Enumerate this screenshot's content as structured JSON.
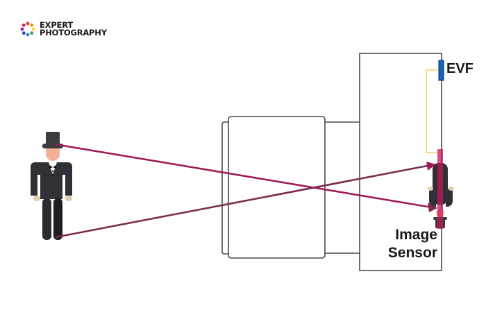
{
  "brand": {
    "line1": "EXPERT",
    "line2": "PHOTOGRAPHY",
    "logo_dot_colors": [
      "#e53935",
      "#fb8c00",
      "#fdd835",
      "#43a047",
      "#1e88e5",
      "#3949ab",
      "#8e24aa",
      "#d81b60"
    ]
  },
  "labels": {
    "evf": "EVF",
    "sensor_line1": "Image",
    "sensor_line2": "Sensor"
  },
  "colors": {
    "outline": "#4a4a4a",
    "ray_primary": "#c2185b",
    "ray_secondary": "#7b2d4f",
    "evf_block": "#1565c0",
    "evf_wire": "#f2c94c",
    "suit": "#2f3136",
    "skin": "#f4b19a"
  },
  "diagram": {
    "subject": "man in top hat and tuxedo",
    "lens": "camera lens barrel",
    "body": "mirrorless camera body",
    "sensor_image": "inverted image of subject on sensor"
  }
}
